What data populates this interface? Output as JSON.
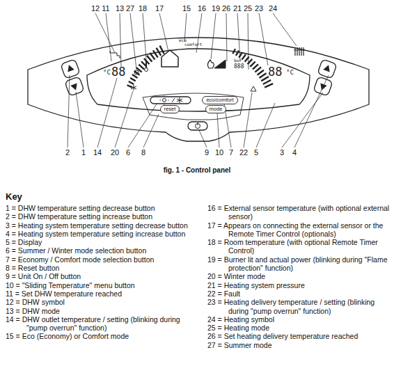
{
  "diagram": {
    "caption": "fig. 1 - Control panel",
    "nodes": [
      {
        "text": [
          "eco/comfort"
        ]
      },
      {
        "text": [
          "reset"
        ]
      },
      {
        "text": [
          "mode"
        ]
      }
    ],
    "labels": [
      "12",
      "11",
      "13",
      "27",
      "18",
      "17",
      "15",
      "16",
      "19",
      "26",
      "21",
      "25",
      "23",
      "24",
      "2",
      "1",
      "14",
      "20",
      "6",
      "8",
      "9",
      "10",
      "7",
      "22",
      "5",
      "3",
      "4",
      "°C",
      "88",
      "eco",
      "comfort",
      "88",
      "°C",
      "bar",
      "888",
      "Key",
      "1 = DHW temperature setting decrease button",
      "2 = DHW temperature setting increase button",
      "3 = Heating system temperature setting decrease button",
      "4 = Heating system temperature setting increase button",
      "5 = Display",
      "6 = Summer / Winter mode selection button",
      "7 = Economy / Comfort mode selection button",
      "8 = Reset button",
      "9 = Unit On / Off button",
      "10 = \"Sliding Temperature\" menu button",
      "11 = Set DHW temperature reached",
      "12 = DHW symbol",
      "13 = DHW mode",
      "14 = DHW outlet temperature / setting (blinking during \"pump overrun\" function)",
      "15 = Eco (Economy) or Comfort mode",
      "16 = External sensor temperature (with optional external sensor)",
      "17 = Appears on connecting the external sensor or the Remote Timer Control (optionals)",
      "18 = Room temperature (with optional Remote Timer Control)",
      "19 = Burner lit and actual power (blinking during \"Flame protection\" function)",
      "20 = Winter mode",
      "21 = Heating system pressure",
      "22 = Fault",
      "23 = Heating delivery temperature / setting (blinking during \"pump overrun\" function)",
      "24 = Heating symbol",
      "25 = Heating mode",
      "26 = Set heating delivery temperature reached",
      "27 = Summer mode"
    ]
  }
}
